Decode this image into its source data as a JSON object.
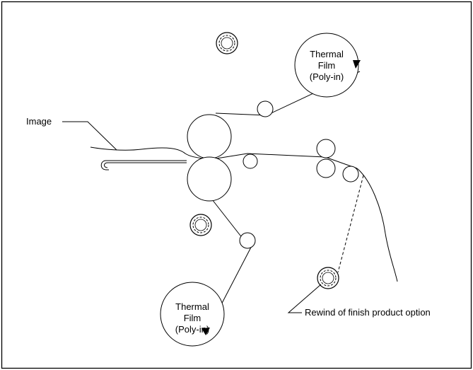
{
  "labels": {
    "image": "Image",
    "top_film_line1": "Thermal",
    "top_film_line2": "Film",
    "top_film_line3": "(Poly-in)",
    "bottom_film_line1": "Thermal",
    "bottom_film_line2": "Film",
    "bottom_film_line3": "(Poly-in)",
    "rewind": "Rewind of finish product option"
  }
}
